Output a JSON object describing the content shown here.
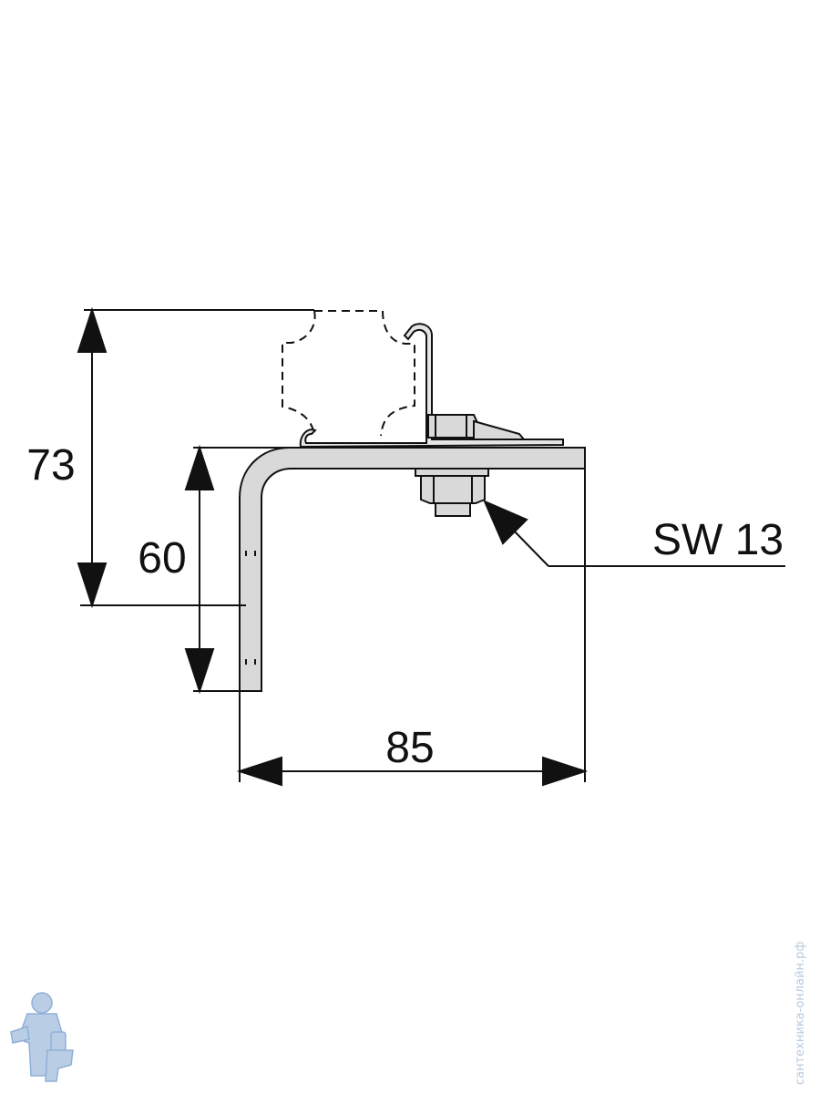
{
  "dimensions": {
    "total_height": "73",
    "bracket_height": "60",
    "width": "85",
    "wrench_size": "SW 13"
  },
  "watermark": {
    "text": "сантехника-онлайн.рф"
  },
  "colors": {
    "line": "#111111",
    "metal_fill": "#d9d9d9",
    "watermark": "#9db7d6"
  }
}
